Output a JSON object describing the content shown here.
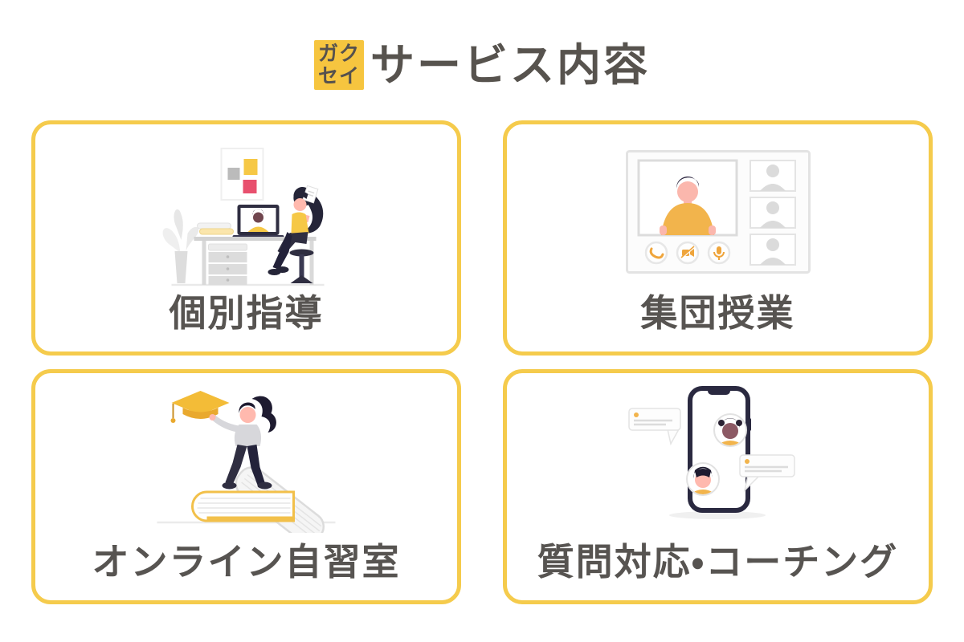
{
  "page": {
    "background": "#ffffff",
    "accent_yellow": "#F5CB4C",
    "badge_yellow": "#F6C53F",
    "text_color": "#57534E"
  },
  "header": {
    "badge": {
      "line1": "ガク",
      "line2": "セイ"
    },
    "title": "サービス内容"
  },
  "cards": [
    {
      "label": "個別指導",
      "illustration": "online-tutoring-desk"
    },
    {
      "label": "集団授業",
      "illustration": "group-video-class"
    },
    {
      "label": "オンライン自習室",
      "illustration": "student-on-books"
    },
    {
      "label": "質問対応・コーチング",
      "illustration": "phone-chat-coaching"
    }
  ]
}
